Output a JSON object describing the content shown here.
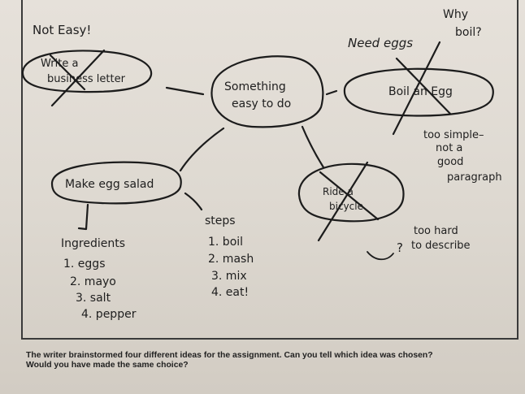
{
  "notes": {
    "title": "Not Easy!",
    "why_boil_line1": "Why",
    "why_boil_line2": "boil?",
    "need_eggs": "Need eggs",
    "business_letter_line1": "Write a",
    "business_letter_line2": "business letter",
    "center_line1": "Something",
    "center_line2": "easy to do",
    "boil_egg": "Boil an Egg",
    "too_simple_line1": "too simple–",
    "too_simple_line2": "not a",
    "too_simple_line3": "good",
    "too_simple_line4": "paragraph",
    "egg_salad": "Make egg salad",
    "bicycle_line1": "Ride a",
    "bicycle_line2": "bicycle",
    "too_hard_line1": "too hard",
    "too_hard_line2": "to describe",
    "ingredients_heading": "Ingredients",
    "ingredients": [
      "1. eggs",
      "2. mayo",
      "3. salt",
      "4. pepper"
    ],
    "steps_heading": "steps",
    "steps": [
      "1. boil",
      "2. mash",
      "3. mix",
      "4. eat!"
    ]
  },
  "caption": {
    "line1": "The writer brainstormed four different ideas for the assignment. Can you tell which idea was chosen?",
    "line2": "Would you have made the same choice?"
  }
}
